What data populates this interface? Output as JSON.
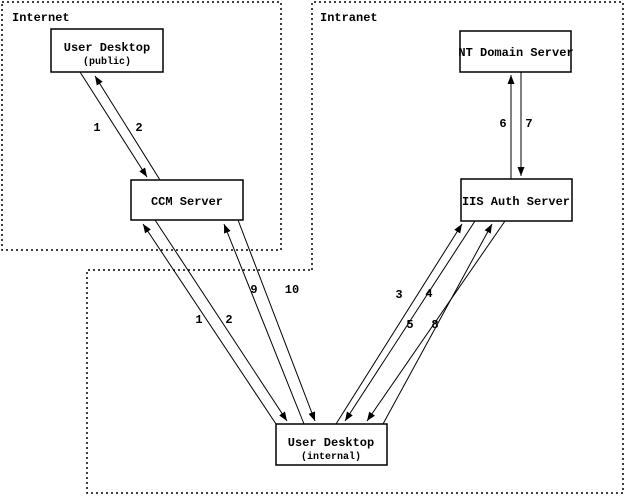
{
  "zones": {
    "internet": {
      "label": "Internet"
    },
    "intranet": {
      "label": "Intranet"
    }
  },
  "nodes": {
    "user_desktop_public": {
      "label": "User Desktop",
      "sublabel": "(public)"
    },
    "ccm_server": {
      "label": "CCM Server"
    },
    "nt_domain_server": {
      "label": "NT Domain Server"
    },
    "iis_auth_server": {
      "label": "IIS Auth Server"
    },
    "user_desktop_internal": {
      "label": "User Desktop",
      "sublabel": "(internal)"
    }
  },
  "edge_labels": {
    "public_ccm_1": "1",
    "public_ccm_2": "2",
    "internal_ccm_1": "1",
    "internal_ccm_2": "2",
    "internal_ccm_9": "9",
    "internal_ccm_10": "10",
    "internal_iis_3": "3",
    "internal_iis_4": "4",
    "internal_iis_5": "5",
    "internal_iis_8": "8",
    "iis_nt_6": "6",
    "iis_nt_7": "7"
  },
  "colors": {
    "line": "#000000",
    "background": "#ffffff"
  }
}
